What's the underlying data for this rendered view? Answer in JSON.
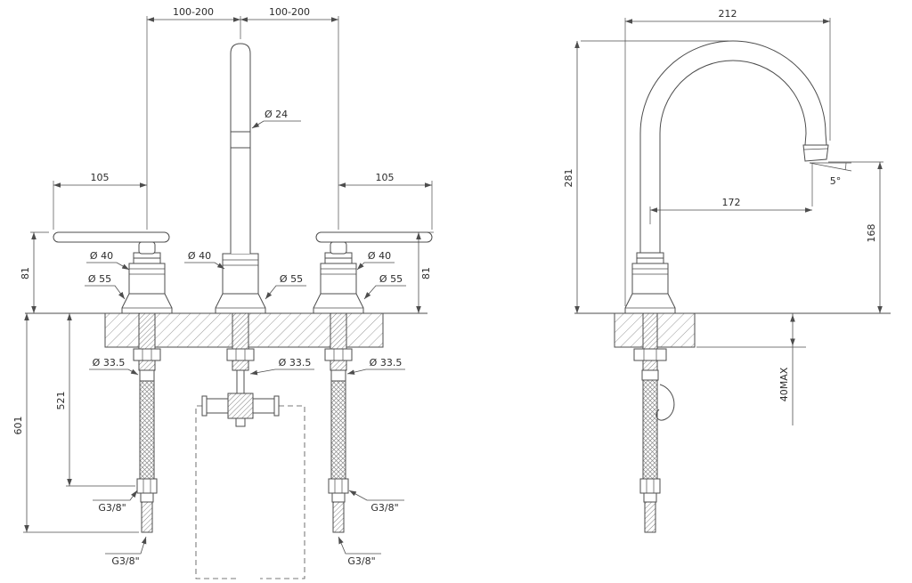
{
  "drawing": {
    "colors": {
      "line": "#4d4d4d",
      "text": "#2b2b2b",
      "background": "#ffffff"
    },
    "front_view": {
      "dims": {
        "top_left": "100-200",
        "top_right": "100-200",
        "spout_diameter": "Ø 24",
        "handle_length_left": "105",
        "handle_length_right": "105",
        "height_left": "81",
        "height_right": "81",
        "body_dia_left": "Ø 40",
        "body_dia_center": "Ø 40",
        "body_dia_right": "Ø 40",
        "base_dia_left": "Ø 55",
        "base_dia_center": "Ø 55",
        "base_dia_right": "Ø 55",
        "hole_dia_left": "Ø 33.5",
        "hole_dia_center": "Ø 33.5",
        "hole_dia_right": "Ø 33.5",
        "hose_length": "521",
        "total_length": "601",
        "thread_side_left": "G3/8\"",
        "thread_side_right": "G3/8\"",
        "thread_bottom_left": "G3/8\"",
        "thread_bottom_right": "G3/8\""
      }
    },
    "side_view": {
      "dims": {
        "overall_depth": "212",
        "overall_height": "281",
        "spout_reach": "172",
        "spout_angle": "5°",
        "outlet_height": "168",
        "max_deck_thickness": "40MAX"
      }
    }
  }
}
